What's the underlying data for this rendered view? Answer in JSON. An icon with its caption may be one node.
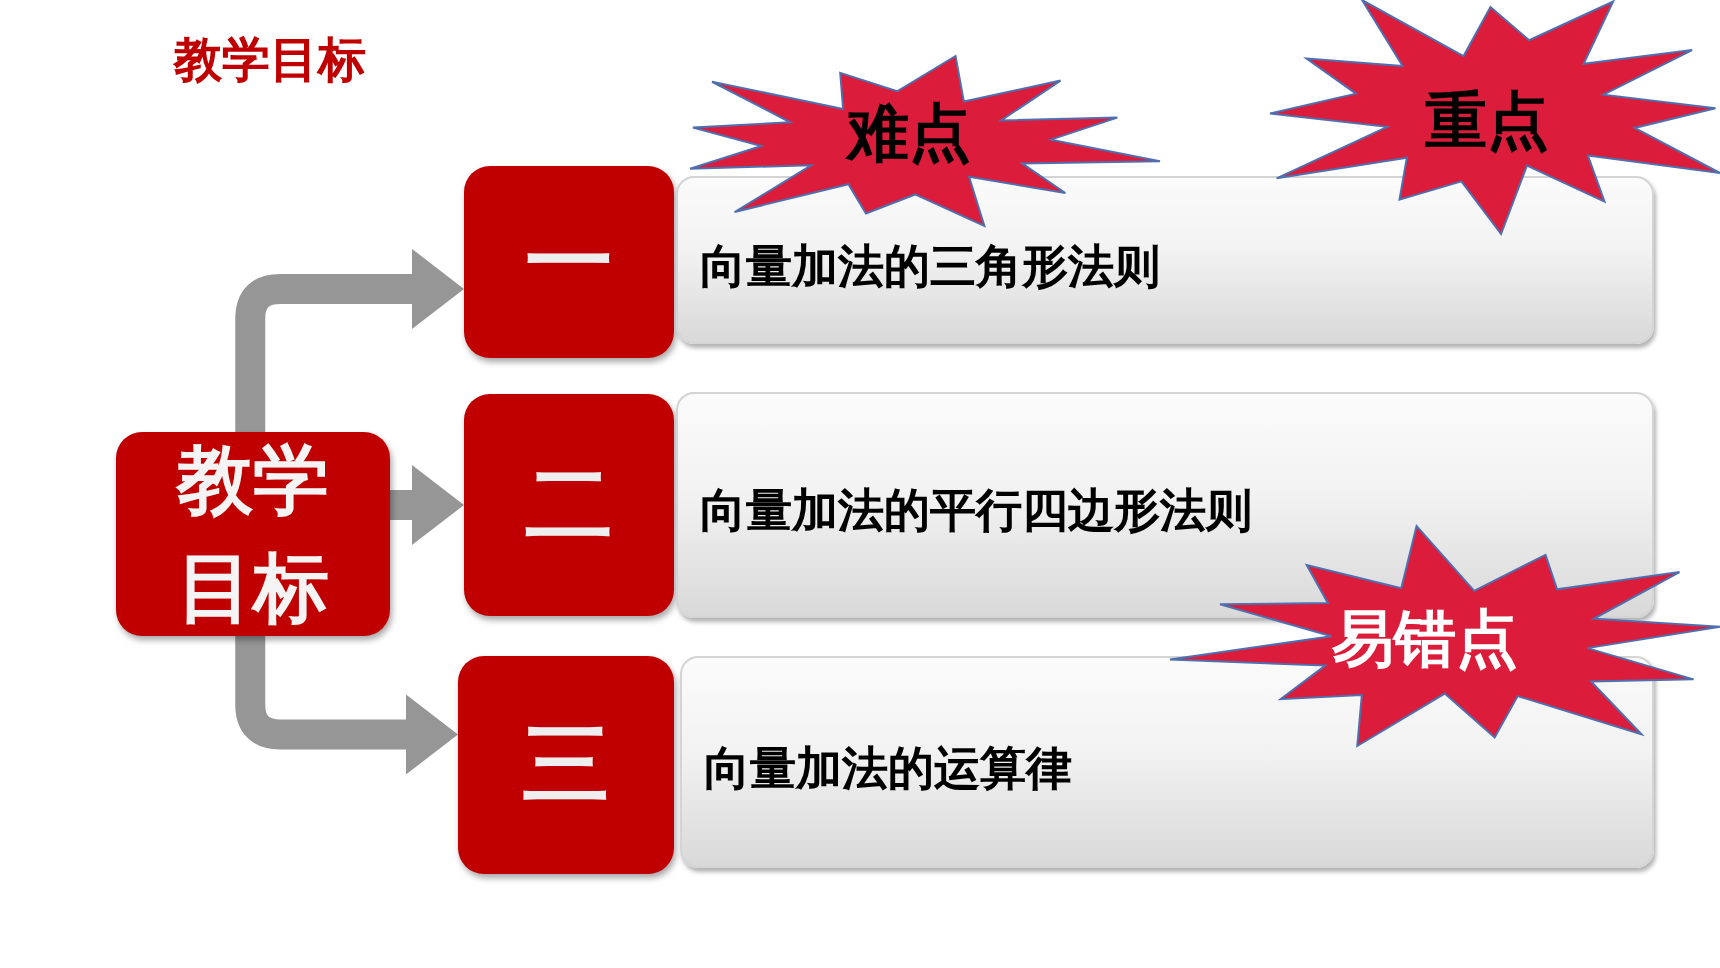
{
  "diagram": {
    "title": "教学目标",
    "nodes": [
      {
        "text": [
          "教学目标"
        ]
      },
      {
        "text": [
          "一"
        ]
      },
      {
        "text": [
          "向量加法的三角形法则"
        ]
      },
      {
        "text": [
          "二"
        ]
      },
      {
        "text": [
          "向量加法的平行四边形法则"
        ]
      },
      {
        "text": [
          "三"
        ]
      },
      {
        "text": [
          "向量加法的运算律"
        ]
      },
      {
        "text": [
          "难点"
        ]
      },
      {
        "text": [
          "重点"
        ]
      },
      {
        "text": [
          "易错点"
        ]
      }
    ],
    "edges": [
      {
        "from": 0,
        "to": 1,
        "arrow": "to"
      },
      {
        "from": 0,
        "to": 3,
        "arrow": "to"
      },
      {
        "from": 0,
        "to": 5,
        "arrow": "to"
      }
    ]
  }
}
